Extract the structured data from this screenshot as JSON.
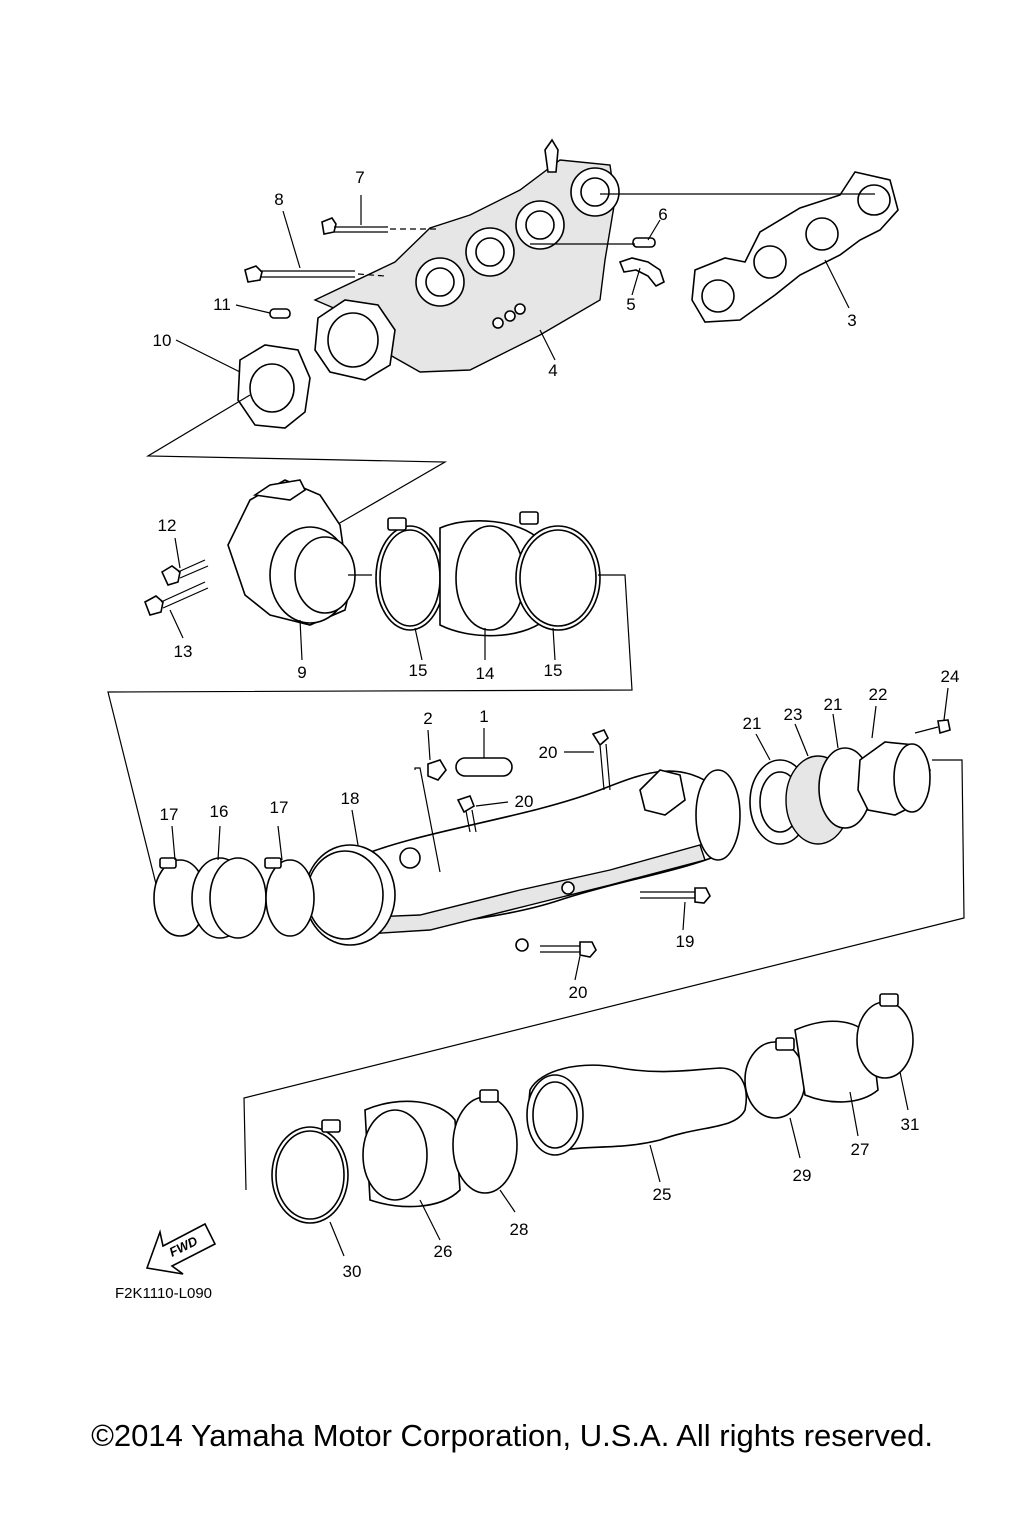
{
  "diagram": {
    "figure_code": "F2K1110-L090",
    "direction_label": "FWD",
    "callouts": [
      "1",
      "2",
      "3",
      "4",
      "5",
      "6",
      "7",
      "8",
      "9",
      "10",
      "11",
      "12",
      "13",
      "14",
      "15",
      "15",
      "16",
      "17",
      "17",
      "18",
      "19",
      "20",
      "20",
      "20",
      "21",
      "21",
      "22",
      "23",
      "24",
      "25",
      "26",
      "27",
      "28",
      "29",
      "30",
      "31"
    ]
  },
  "footer": {
    "copyright": "©2014 Yamaha Motor Corporation, U.S.A. All rights reserved."
  }
}
